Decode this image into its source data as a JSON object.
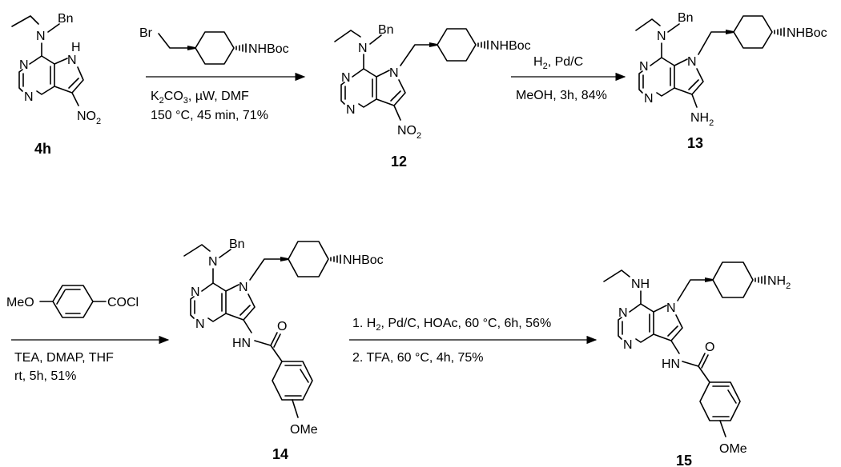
{
  "compounds": {
    "c4h": {
      "label": "4h"
    },
    "c12": {
      "label": "12"
    },
    "c13": {
      "label": "13"
    },
    "c14": {
      "label": "14"
    },
    "c15": {
      "label": "15"
    }
  },
  "atoms": {
    "n_bn": "N",
    "bn": "Bn",
    "n_ring": "N",
    "n_h": "N",
    "h": "H",
    "n_pyrrole": "N",
    "no2": "NO",
    "no2_sub": "2",
    "nhboc": "NHBoc",
    "br": "Br",
    "nh2": "NH",
    "nh2_sub": "2",
    "hn": "HN",
    "o": "O",
    "ome": "OMe",
    "meo": "MeO",
    "cocl": "COCl",
    "nh": "NH"
  },
  "steps": {
    "step1": {
      "line1_pre": "K",
      "line1_sub": "2",
      "line1_post": "CO",
      "line1_sub2": "3",
      "line1_tail": ", µW, DMF",
      "line2": "150 °C, 45 min, 71%"
    },
    "step2": {
      "line1_pre": "H",
      "line1_sub": "2",
      "line1_post": ", Pd/C",
      "line2": "MeOH, 3h, 84%"
    },
    "step3": {
      "line1": "TEA, DMAP, THF",
      "line2": "rt, 5h, 51%"
    },
    "step4": {
      "line1_pre": "1. H",
      "line1_sub": "2",
      "line1_post": ", Pd/C, HOAc, 60 °C, 6h, 56%",
      "line2": "2. TFA, 60 °C, 4h, 75%"
    }
  }
}
